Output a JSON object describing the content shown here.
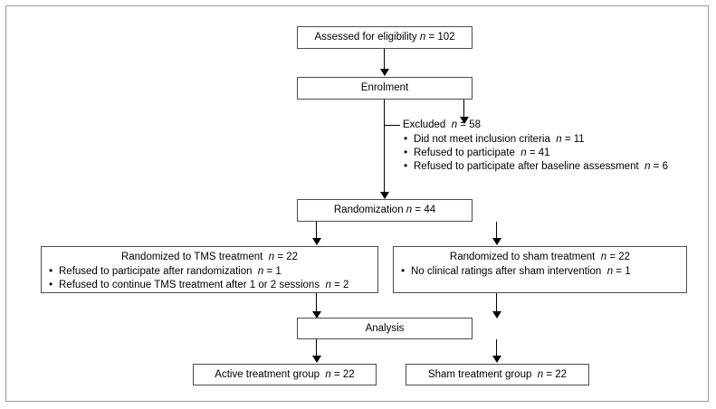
{
  "diagram": {
    "type": "consort-flow-diagram",
    "nodes": {
      "assessed": {
        "label": "Assessed for eligibility",
        "n_label": "n",
        "n_value": "102"
      },
      "enrolment": {
        "label": "Enrolment"
      },
      "excluded": {
        "label": "Excluded",
        "n_label": "n",
        "n_value": "58",
        "items": [
          {
            "text": "Did not meet inclusion criteria",
            "n_label": "n",
            "n_value": "11"
          },
          {
            "text": "Refused to participate",
            "n_label": "n",
            "n_value": "41"
          },
          {
            "text": "Refused to participate after baseline assessment",
            "n_label": "n",
            "n_value": "6"
          }
        ]
      },
      "randomization": {
        "label": "Randomization",
        "n_label": "n",
        "n_value": "44"
      },
      "tms_group": {
        "label": "Randomized to TMS treatment",
        "n_label": "n",
        "n_value": "22",
        "items": [
          {
            "text": "Refused to participate after randomization",
            "n_label": "n",
            "n_value": "1"
          },
          {
            "text": "Refused to continue TMS treatment after 1 or 2 sessions",
            "n_label": "n",
            "n_value": "2"
          }
        ]
      },
      "sham_group": {
        "label": "Randomized to sham treatment",
        "n_label": "n",
        "n_value": "22",
        "items": [
          {
            "text": "No clinical ratings after sham intervention",
            "n_label": "n",
            "n_value": "1"
          }
        ]
      },
      "analysis": {
        "label": "Analysis"
      },
      "active_result": {
        "label": "Active treatment group",
        "n_label": "n",
        "n_value": "22"
      },
      "sham_result": {
        "label": "Sham treatment group",
        "n_label": "n",
        "n_value": "22"
      }
    },
    "colors": {
      "frame_border": "#9a9a9a",
      "box_border": "#4d4d4d",
      "connector": "#000000",
      "text": "#000000",
      "background": "#ffffff"
    }
  }
}
